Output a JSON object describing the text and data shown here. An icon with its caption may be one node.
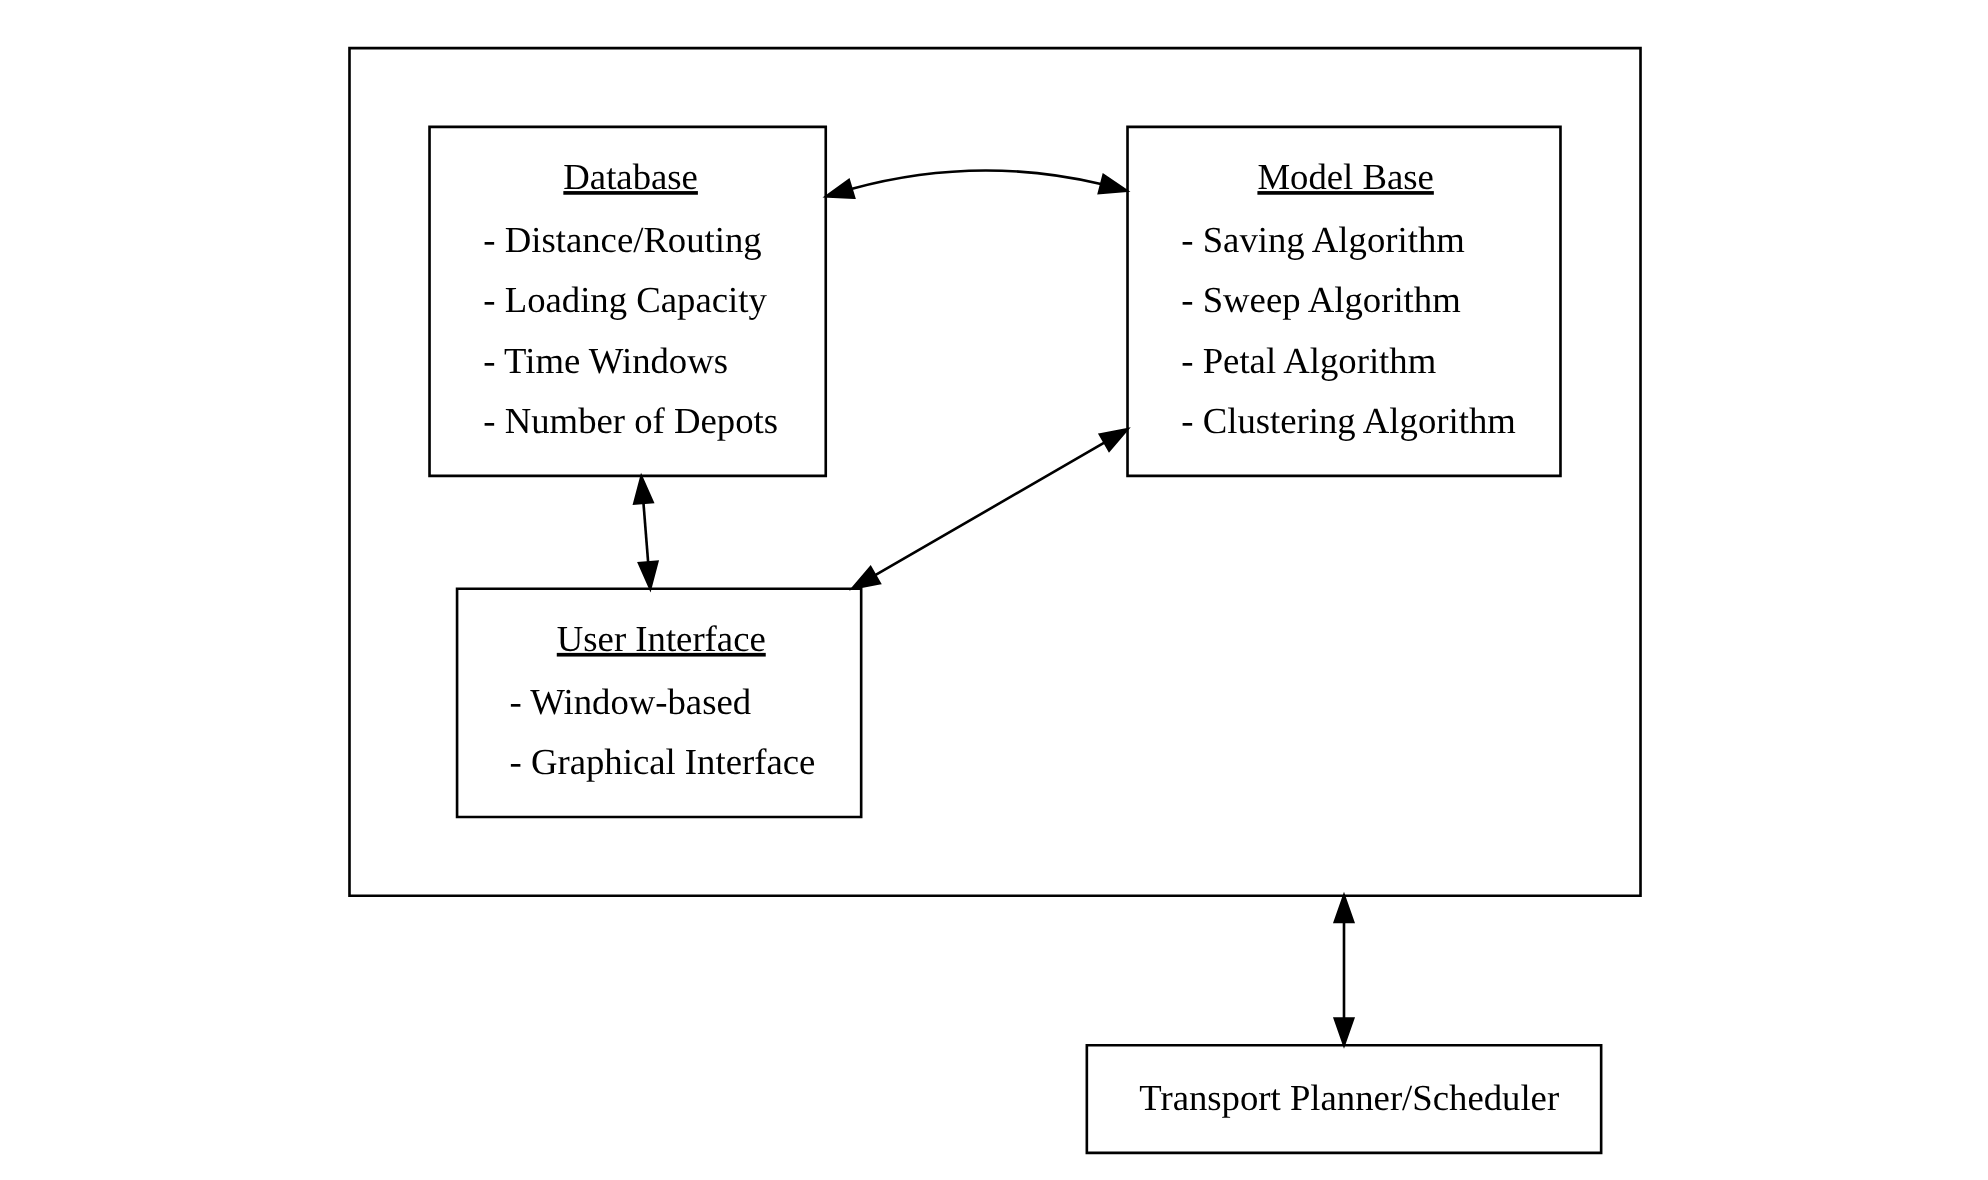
{
  "diagram": {
    "nodes": [
      {
        "text": [],
        "shape": "box"
      },
      {
        "text": [
          "Model Base",
          "- Saving Algorithm",
          "- Sweep Algorithm",
          "- Petal Algorithm",
          "- Clustering Algorithm"
        ],
        "in": 0
      },
      {
        "text": [
          "Database",
          "- Distance/Routing",
          "- Loading Capacity",
          "- Time Windows",
          "- Number of Depots"
        ],
        "in": 0
      },
      {
        "text": [
          "User Interface",
          "- Window-based",
          "- Graphical Interface"
        ],
        "in": 0
      },
      {
        "text": [
          "Transport Planner/Scheduler"
        ]
      }
    ],
    "edges": [
      {
        "from": 1,
        "to": 2,
        "arrow": "both"
      },
      {
        "from": 1,
        "to": 3,
        "arrow": "both"
      },
      {
        "from": 2,
        "to": 3,
        "arrow": "both"
      },
      {
        "from": 0,
        "to": 4,
        "arrow": "both"
      }
    ]
  }
}
